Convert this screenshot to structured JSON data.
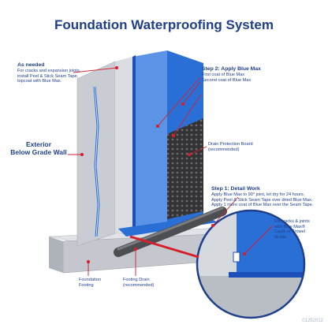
{
  "title": "Foundation Waterproofing System",
  "labels": {
    "as_needed": {
      "heading": "As needed",
      "lines": [
        "For cracks and expansion joints,",
        "install Peel & Stick Seam Tape,",
        "topcoat with Blue Max."
      ]
    },
    "step2": {
      "heading": "Step 2: Apply Blue Max",
      "lines": [
        "First coat of Blue Max",
        "Second coat of Blue Max"
      ]
    },
    "exterior": {
      "lines": [
        "Exterior",
        "Below Grade  Wall"
      ]
    },
    "drain_board": {
      "lines": [
        "Drain Protection Board",
        "(recommended)"
      ]
    },
    "step1": {
      "heading": "Step 1: Detail Work",
      "lines": [
        "Apply Blue Max to 90° joint, let dry for 24 hours.",
        "Apply Peel & Stick Seam Tape over dried Blue Max.",
        "Apply 1 more coat of Blue Max over the Seam Tape."
      ]
    },
    "fill_cracks": {
      "lines": [
        "Fill cracks & joints",
        "with Blue Max®",
        "Caulk or Trowel",
        "Grade"
      ]
    },
    "footing": {
      "lines": [
        "Foundation",
        "Footing"
      ]
    },
    "footing_drain": {
      "lines": [
        "Footing Drain",
        "(recommended)"
      ]
    }
  },
  "code": "01252022",
  "colors": {
    "title": "#1f3f8a",
    "blue_max": "#2a6fd6",
    "blue_dark": "#1d4fb8",
    "concrete": "#cfd3d8",
    "concrete_dark": "#b4b9bf",
    "board": "#3a3a3c",
    "pipe": "#5a5c60",
    "leader": "#d61f2c"
  }
}
